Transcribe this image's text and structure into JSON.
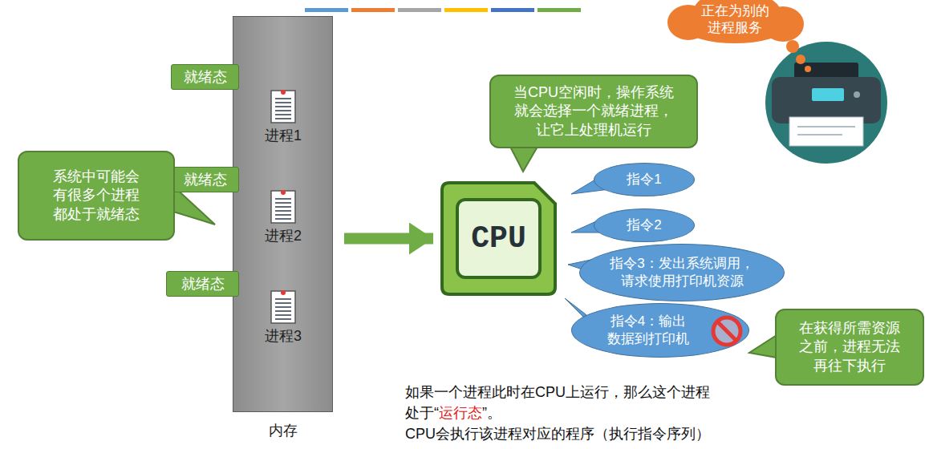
{
  "diagram": {
    "nodes": [
      {
        "text": [
          "正在为别的 进程服务"
        ]
      },
      {
        "text": [
          "内存"
        ]
      },
      {
        "text": [
          "进程1"
        ],
        "in": 1
      },
      {
        "text": [
          "进程2"
        ],
        "in": 1
      },
      {
        "text": [
          "进程3"
        ],
        "in": 1
      },
      {
        "text": [
          "就绪态"
        ]
      },
      {
        "text": [
          "就绪态"
        ]
      },
      {
        "text": [
          "就绪态"
        ]
      },
      {
        "text": [
          "系统中可能会 有很多个进程 都处于就绪态"
        ]
      },
      {
        "text": [
          "当CPU空闲时，操作系统 就会选择一个就绪进程， 让它上处理机运行"
        ]
      },
      {
        "text": [
          "CPU"
        ]
      },
      {
        "text": [
          "指令1"
        ]
      },
      {
        "text": [
          "指令2"
        ]
      },
      {
        "text": [
          "指令3：发出系统调用， 请求使用打印机资源"
        ]
      },
      {
        "text": [
          "指令4：输出 数据到打印机"
        ]
      },
      {
        "text": [
          "在获得所需资源 之前，进程无法 再往下执行"
        ]
      }
    ],
    "edges": [
      {
        "from": 1,
        "to": 10,
        "arrow": "to"
      }
    ],
    "labels": [
      "如果一个进程此时在CPU上运行，那么这个进程",
      "处于“",
      "运行态",
      "”。",
      "CPU会执行该进程对应的程序（执行指令序列）"
    ]
  }
}
